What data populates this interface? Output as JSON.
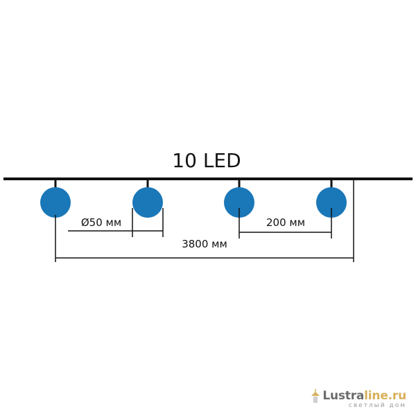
{
  "title": "10 LED",
  "dimensions": {
    "bulb_diameter": "Ø50 мм",
    "bulb_spacing": "200 мм",
    "total_length": "3800 мм"
  },
  "bulb_count_shown": 4,
  "colors": {
    "wire": "#111111",
    "bulb": "#1a77b8"
  },
  "watermark": {
    "brand_part1": "Lustra",
    "brand_part2": "line.ru",
    "tagline": "светлый дом"
  }
}
